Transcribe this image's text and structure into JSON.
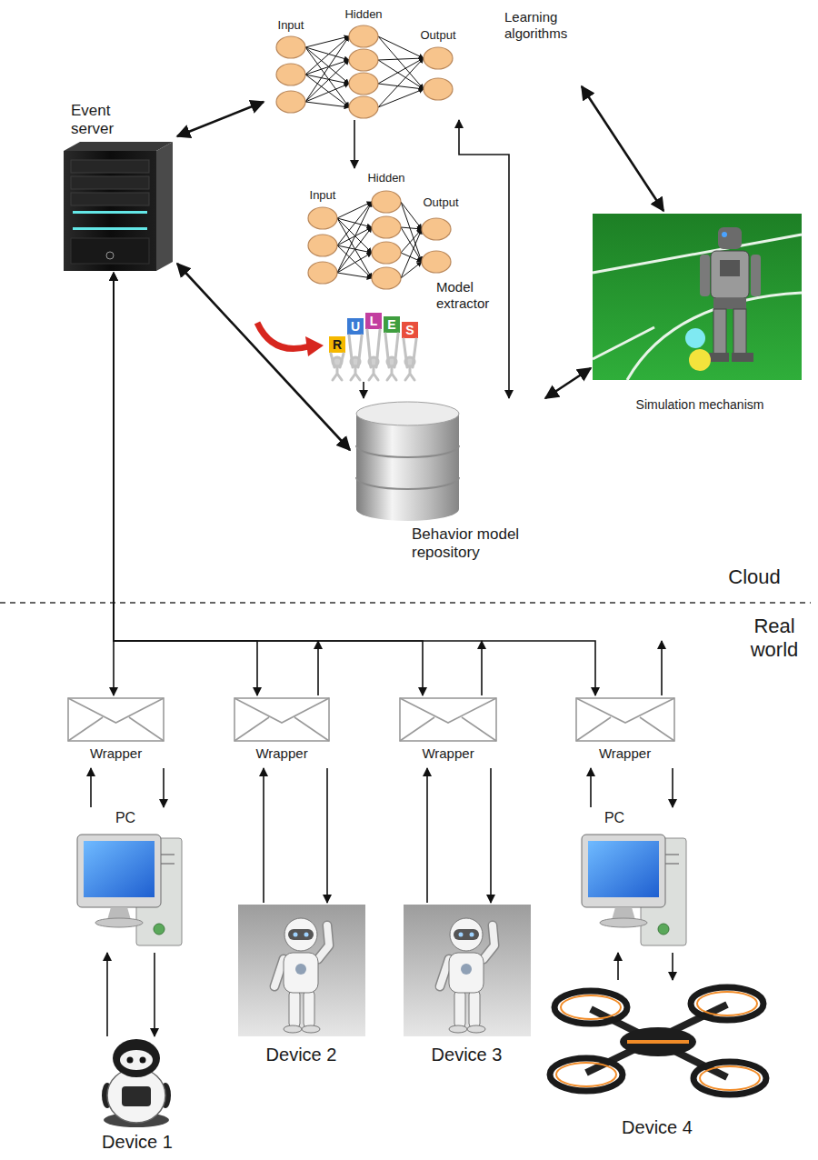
{
  "diagram": {
    "nodes": [
      {
        "text": [
          "Input",
          "Hidden",
          "Output",
          "Learning algorithms"
        ]
      },
      {
        "text": [
          "Event server"
        ]
      },
      {
        "text": [
          "Input",
          "Hidden",
          "Output",
          "Model extractor"
        ]
      },
      {
        "text": [
          "Simulation mechanism"
        ]
      },
      {
        "text": [
          "Behavior model repository"
        ]
      },
      {
        "text": [
          "Wrapper"
        ]
      },
      {
        "text": [
          "Wrapper"
        ]
      },
      {
        "text": [
          "Wrapper"
        ]
      },
      {
        "text": [
          "Wrapper"
        ]
      },
      {
        "text": [
          "PC"
        ]
      },
      {
        "text": [
          "PC"
        ]
      },
      {
        "text": [
          "Device 1"
        ]
      },
      {
        "text": [
          "Device 2"
        ]
      },
      {
        "text": [
          "Device 3"
        ]
      },
      {
        "text": [
          "Device 4"
        ]
      }
    ],
    "edges": [
      {
        "from": 1,
        "to": 0,
        "arrow": "both"
      },
      {
        "from": 0,
        "to": 2,
        "arrow": "to"
      },
      {
        "from": 0,
        "to": 3,
        "arrow": "both"
      },
      {
        "from": 1,
        "to": 4,
        "arrow": "both"
      },
      {
        "from": 2,
        "to": 4,
        "arrow": "to"
      },
      {
        "from": 4,
        "to": 0,
        "arrow": "both"
      },
      {
        "from": 3,
        "to": 4,
        "arrow": "both"
      },
      {
        "from": 1,
        "to": 5,
        "arrow": "both"
      },
      {
        "from": 1,
        "to": 6,
        "arrow": "both"
      },
      {
        "from": 1,
        "to": 7,
        "arrow": "both"
      },
      {
        "from": 1,
        "to": 8,
        "arrow": "both"
      },
      {
        "from": 5,
        "to": 9,
        "arrow": "both"
      },
      {
        "from": 9,
        "to": 11,
        "arrow": "both"
      },
      {
        "from": 6,
        "to": 12,
        "arrow": "both"
      },
      {
        "from": 7,
        "to": 13,
        "arrow": "both"
      },
      {
        "from": 8,
        "to": 10,
        "arrow": "both"
      },
      {
        "from": 10,
        "to": 14,
        "arrow": "both"
      }
    ],
    "labels": [
      "R",
      "U",
      "L",
      "E",
      "S",
      "Cloud",
      "Real world"
    ]
  }
}
